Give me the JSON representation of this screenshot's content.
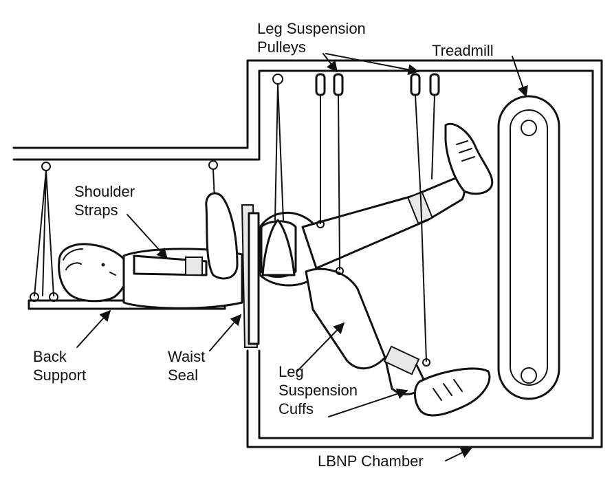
{
  "labels": {
    "leg_suspension_pulleys": [
      "Leg Suspension",
      "Pulleys"
    ],
    "treadmill": [
      "Treadmill"
    ],
    "shoulder_straps": [
      "Shoulder",
      "Straps"
    ],
    "back_support": [
      "Back",
      "Support"
    ],
    "waist_seal": [
      "Waist",
      "Seal"
    ],
    "leg_suspension_cuffs": [
      "Leg",
      "Suspension",
      "Cuffs"
    ],
    "lbnp_chamber": [
      "LBNP Chamber"
    ]
  },
  "colors": {
    "ink": "#111111",
    "background": "#ffffff"
  }
}
